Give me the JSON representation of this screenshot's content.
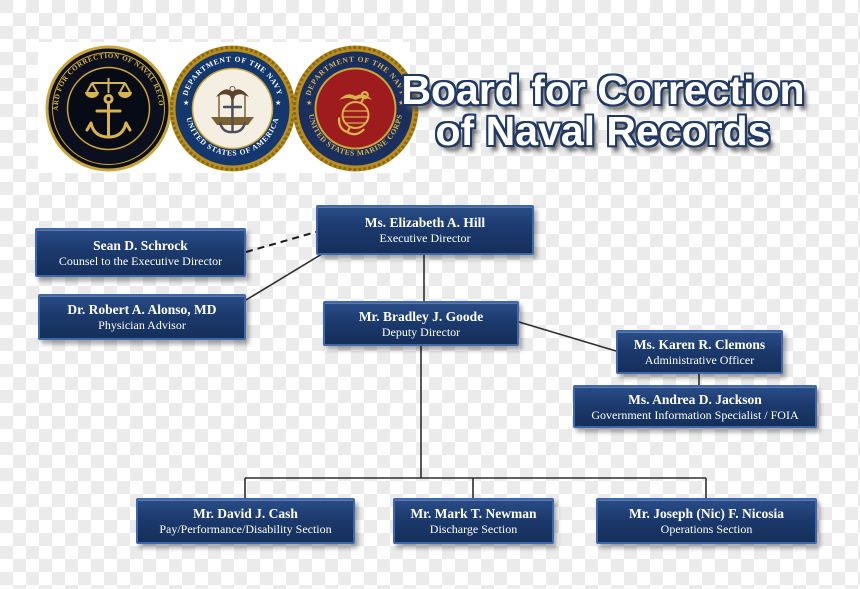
{
  "header": {
    "title_line1": "Board for Correction",
    "title_line2": "of Naval Records",
    "seals": [
      {
        "label": "Board for Correction of Naval Records seal",
        "ring_top": "BOARD FOR CORRECTION OF NAVAL RECORDS",
        "ring_bottom": ""
      },
      {
        "label": "Department of the Navy seal",
        "ring_top": "DEPARTMENT OF THE NAVY",
        "ring_bottom": "UNITED STATES OF AMERICA"
      },
      {
        "label": "United States Marine Corps seal",
        "ring_top": "DEPARTMENT OF THE NAVY",
        "ring_bottom": "UNITED STATES MARINE CORPS"
      }
    ]
  },
  "org": {
    "nodes": [
      {
        "name": "Ms. Elizabeth A. Hill",
        "title": "Executive Director"
      },
      {
        "name": "Sean D. Schrock",
        "title": "Counsel to the Executive Director"
      },
      {
        "name": "Dr. Robert A. Alonso, MD",
        "title": "Physician Advisor"
      },
      {
        "name": "Mr. Bradley J. Goode",
        "title": "Deputy Director"
      },
      {
        "name": "Ms. Karen R. Clemons",
        "title": "Administrative Officer"
      },
      {
        "name": "Ms. Andrea D. Jackson",
        "title": "Government Information Specialist / FOIA"
      },
      {
        "name": "Mr. David J. Cash",
        "title": "Pay/Performance/Disability Section"
      },
      {
        "name": "Mr. Mark T. Newman",
        "title": "Discharge Section"
      },
      {
        "name": "Mr. Joseph (Nic) F. Nicosia",
        "title": "Operations Section"
      }
    ]
  },
  "colors": {
    "box_fill": "#1c3a6e",
    "box_border": "#3f68ac",
    "title_outline": "#1f3864",
    "navy_ring": "#16386e",
    "usmc_red": "#9e1b1e",
    "gold": "#c9a227"
  }
}
